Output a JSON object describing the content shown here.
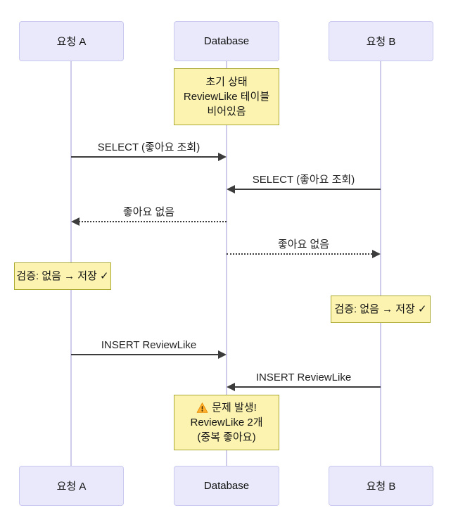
{
  "diagram_type": "sequence-diagram",
  "colors": {
    "actor_fill": "#e9e9fb",
    "actor_border": "#c9c9f0",
    "lifeline": "#cfcbea",
    "arrow": "#3c3c3c",
    "note_fill": "#fbf3af",
    "note_border": "#aaaa33",
    "warning_icon": "#ffb02e"
  },
  "actors": [
    {
      "label": "요청 A"
    },
    {
      "label": "Database"
    },
    {
      "label": "요청 B"
    }
  ],
  "messages": [
    {
      "label": "SELECT (좋아요 조회)",
      "from": "요청 A",
      "to": "Database",
      "line": "solid"
    },
    {
      "label": "SELECT (좋아요 조회)",
      "from": "요청 B",
      "to": "Database",
      "line": "solid"
    },
    {
      "label": "좋아요 없음",
      "from": "Database",
      "to": "요청 A",
      "line": "dotted"
    },
    {
      "label": "좋아요 없음",
      "from": "Database",
      "to": "요청 B",
      "line": "dotted"
    },
    {
      "label": "INSERT ReviewLike",
      "from": "요청 A",
      "to": "Database",
      "line": "solid"
    },
    {
      "label": "INSERT ReviewLike",
      "from": "요청 B",
      "to": "Database",
      "line": "solid"
    }
  ],
  "notes": [
    {
      "over": "Database",
      "lines": {
        "0": "초기 상태",
        "1": "ReviewLike 테이블",
        "2": "비어있음"
      }
    },
    {
      "over": "요청 A",
      "text": "검증: 없음 → 저장 ✓"
    },
    {
      "over": "요청 B",
      "text": "검증: 없음 → 저장 ✓"
    },
    {
      "over": "Database",
      "icon": "warning",
      "lines": {
        "0": "문제 발생!",
        "1": "ReviewLike 2개",
        "2": "(중복 좋아요)"
      }
    }
  ]
}
